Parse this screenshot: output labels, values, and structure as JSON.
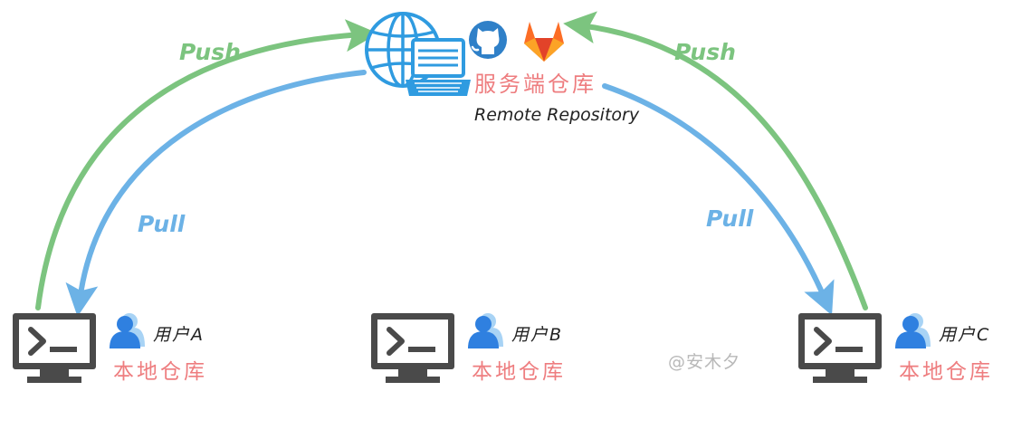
{
  "remote": {
    "name_cn": "服务端仓库",
    "name_en": "Remote Repository",
    "icons": [
      "globe-icon",
      "laptop-icon",
      "github-icon",
      "gitlab-icon"
    ]
  },
  "flows": {
    "push_label": "Push",
    "pull_label": "Pull",
    "colors": {
      "push": "#7cc47f",
      "pull": "#6cb2e6"
    }
  },
  "clients": [
    {
      "user": "用户A",
      "repo": "本地仓库"
    },
    {
      "user": "用户B",
      "repo": "本地仓库"
    },
    {
      "user": "用户C",
      "repo": "本地仓库"
    }
  ],
  "watermark": "@安木夕"
}
